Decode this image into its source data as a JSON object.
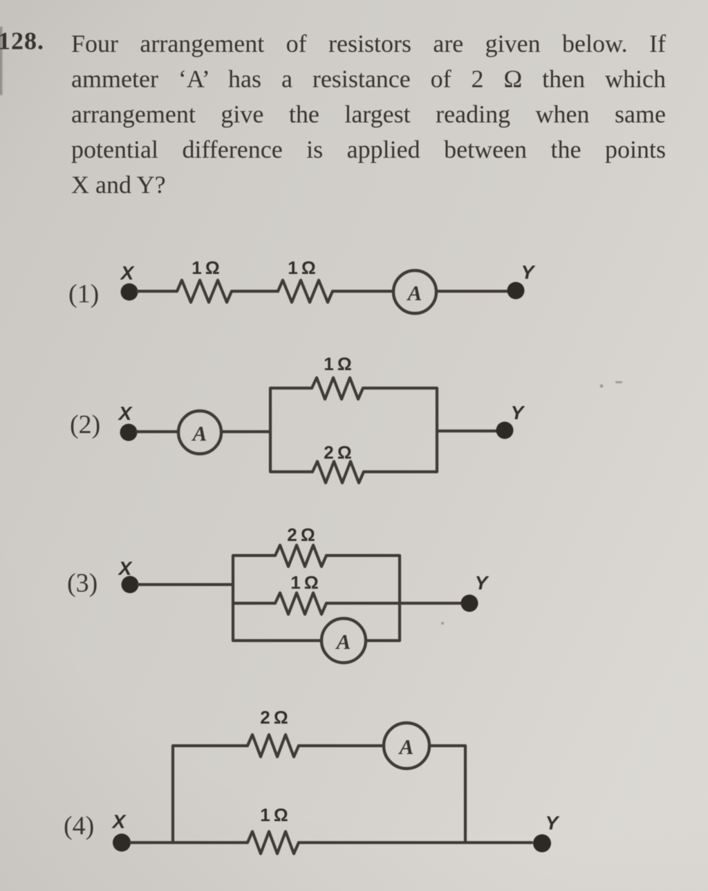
{
  "question": {
    "number": "128.",
    "lines": [
      "Four arrangement of resistors are given below. If",
      "ammeter ‘A’ has a resistance of 2 Ω then which",
      "arrangement give the largest reading when same",
      "potential difference is applied between the points",
      "X and Y?"
    ]
  },
  "circuits": [
    {
      "label": "(1)",
      "x": "X",
      "y": "Y",
      "ammeter": "A",
      "r1": "1 Ω",
      "r2": "1 Ω"
    },
    {
      "label": "(2)",
      "x": "X",
      "y": "Y",
      "ammeter": "A",
      "top": "1 Ω",
      "bottom": "2 Ω"
    },
    {
      "label": "(3)",
      "x": "X",
      "y": "Y",
      "ammeter": "A",
      "top": "2 Ω",
      "middle": "1 Ω"
    },
    {
      "label": "(4)",
      "x": "X",
      "y": "Y",
      "ammeter": "A",
      "top": "2 Ω",
      "bottom": "1 Ω"
    }
  ],
  "colors": {
    "paper": "#d2cfca",
    "ink": "#38342e"
  }
}
